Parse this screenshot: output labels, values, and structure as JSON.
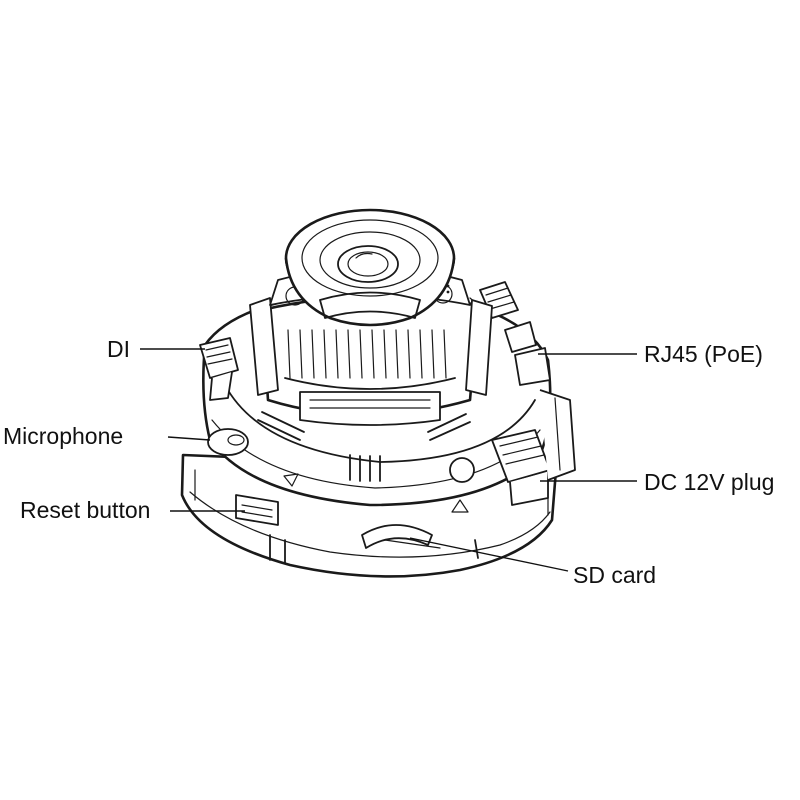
{
  "diagram": {
    "callouts": [
      {
        "id": "di",
        "label": "DI"
      },
      {
        "id": "microphone",
        "label": "Microphone"
      },
      {
        "id": "reset",
        "label": "Reset button"
      },
      {
        "id": "rj45",
        "label": "RJ45 (PoE)"
      },
      {
        "id": "dc",
        "label": "DC 12V plug"
      },
      {
        "id": "sd",
        "label": "SD card"
      }
    ],
    "colors": {
      "ink": "#1a1a1a",
      "background": "#ffffff"
    }
  }
}
